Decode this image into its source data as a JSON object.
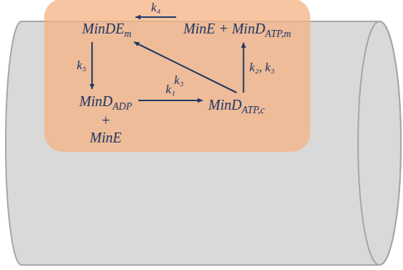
{
  "diagram": {
    "nodes": [
      {
        "text": [
          "MinDE",
          "m"
        ]
      },
      {
        "text": [
          "MinE + MinD",
          "ATP,m"
        ]
      },
      {
        "text": [
          "MinD",
          "ADP",
          "+ MinE"
        ]
      },
      {
        "text": [
          "MinD",
          "ATP,c"
        ]
      }
    ],
    "edges": [
      {
        "from": 1,
        "to": 0,
        "arrow": "to",
        "label": "k₄"
      },
      {
        "from": 0,
        "to": 2,
        "arrow": "to",
        "label": "k₅"
      },
      {
        "from": 2,
        "to": 3,
        "arrow": "to",
        "label": "k₁"
      },
      {
        "from": 3,
        "to": 1,
        "arrow": "to",
        "label": "k₂, k₃"
      },
      {
        "from": 3,
        "to": 0,
        "arrow": "to",
        "label": "k₃"
      }
    ]
  }
}
